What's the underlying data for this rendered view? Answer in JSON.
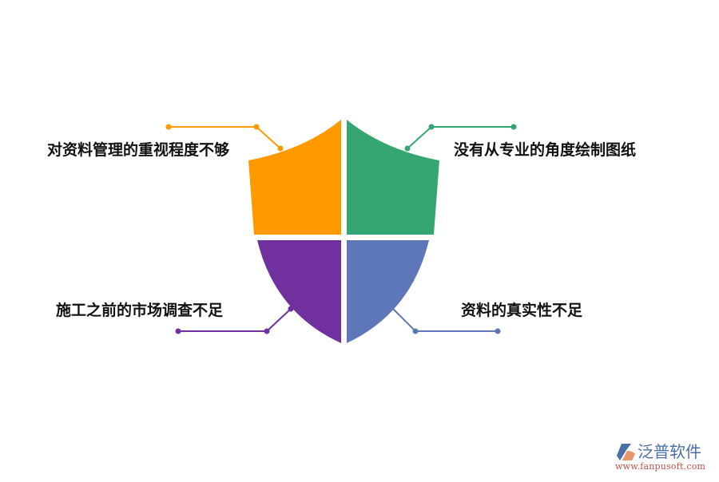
{
  "diagram": {
    "type": "shield-quadrant",
    "quadrants": [
      {
        "position": "top-left",
        "label": "对资料管理的重视程度不够",
        "color": "#FF9900"
      },
      {
        "position": "top-right",
        "label": "没有从专业的角度绘制图纸",
        "color": "#35A672"
      },
      {
        "position": "bottom-left",
        "label": "施工之前的市场调查不足",
        "color": "#70309E"
      },
      {
        "position": "bottom-right",
        "label": "资料的真实性不足",
        "color": "#5E77B8"
      }
    ]
  },
  "watermark": {
    "name": "泛普软件",
    "url": "www.fanpusoft.com",
    "name_color": "#4A6FA8",
    "url_color": "#C0504D"
  }
}
